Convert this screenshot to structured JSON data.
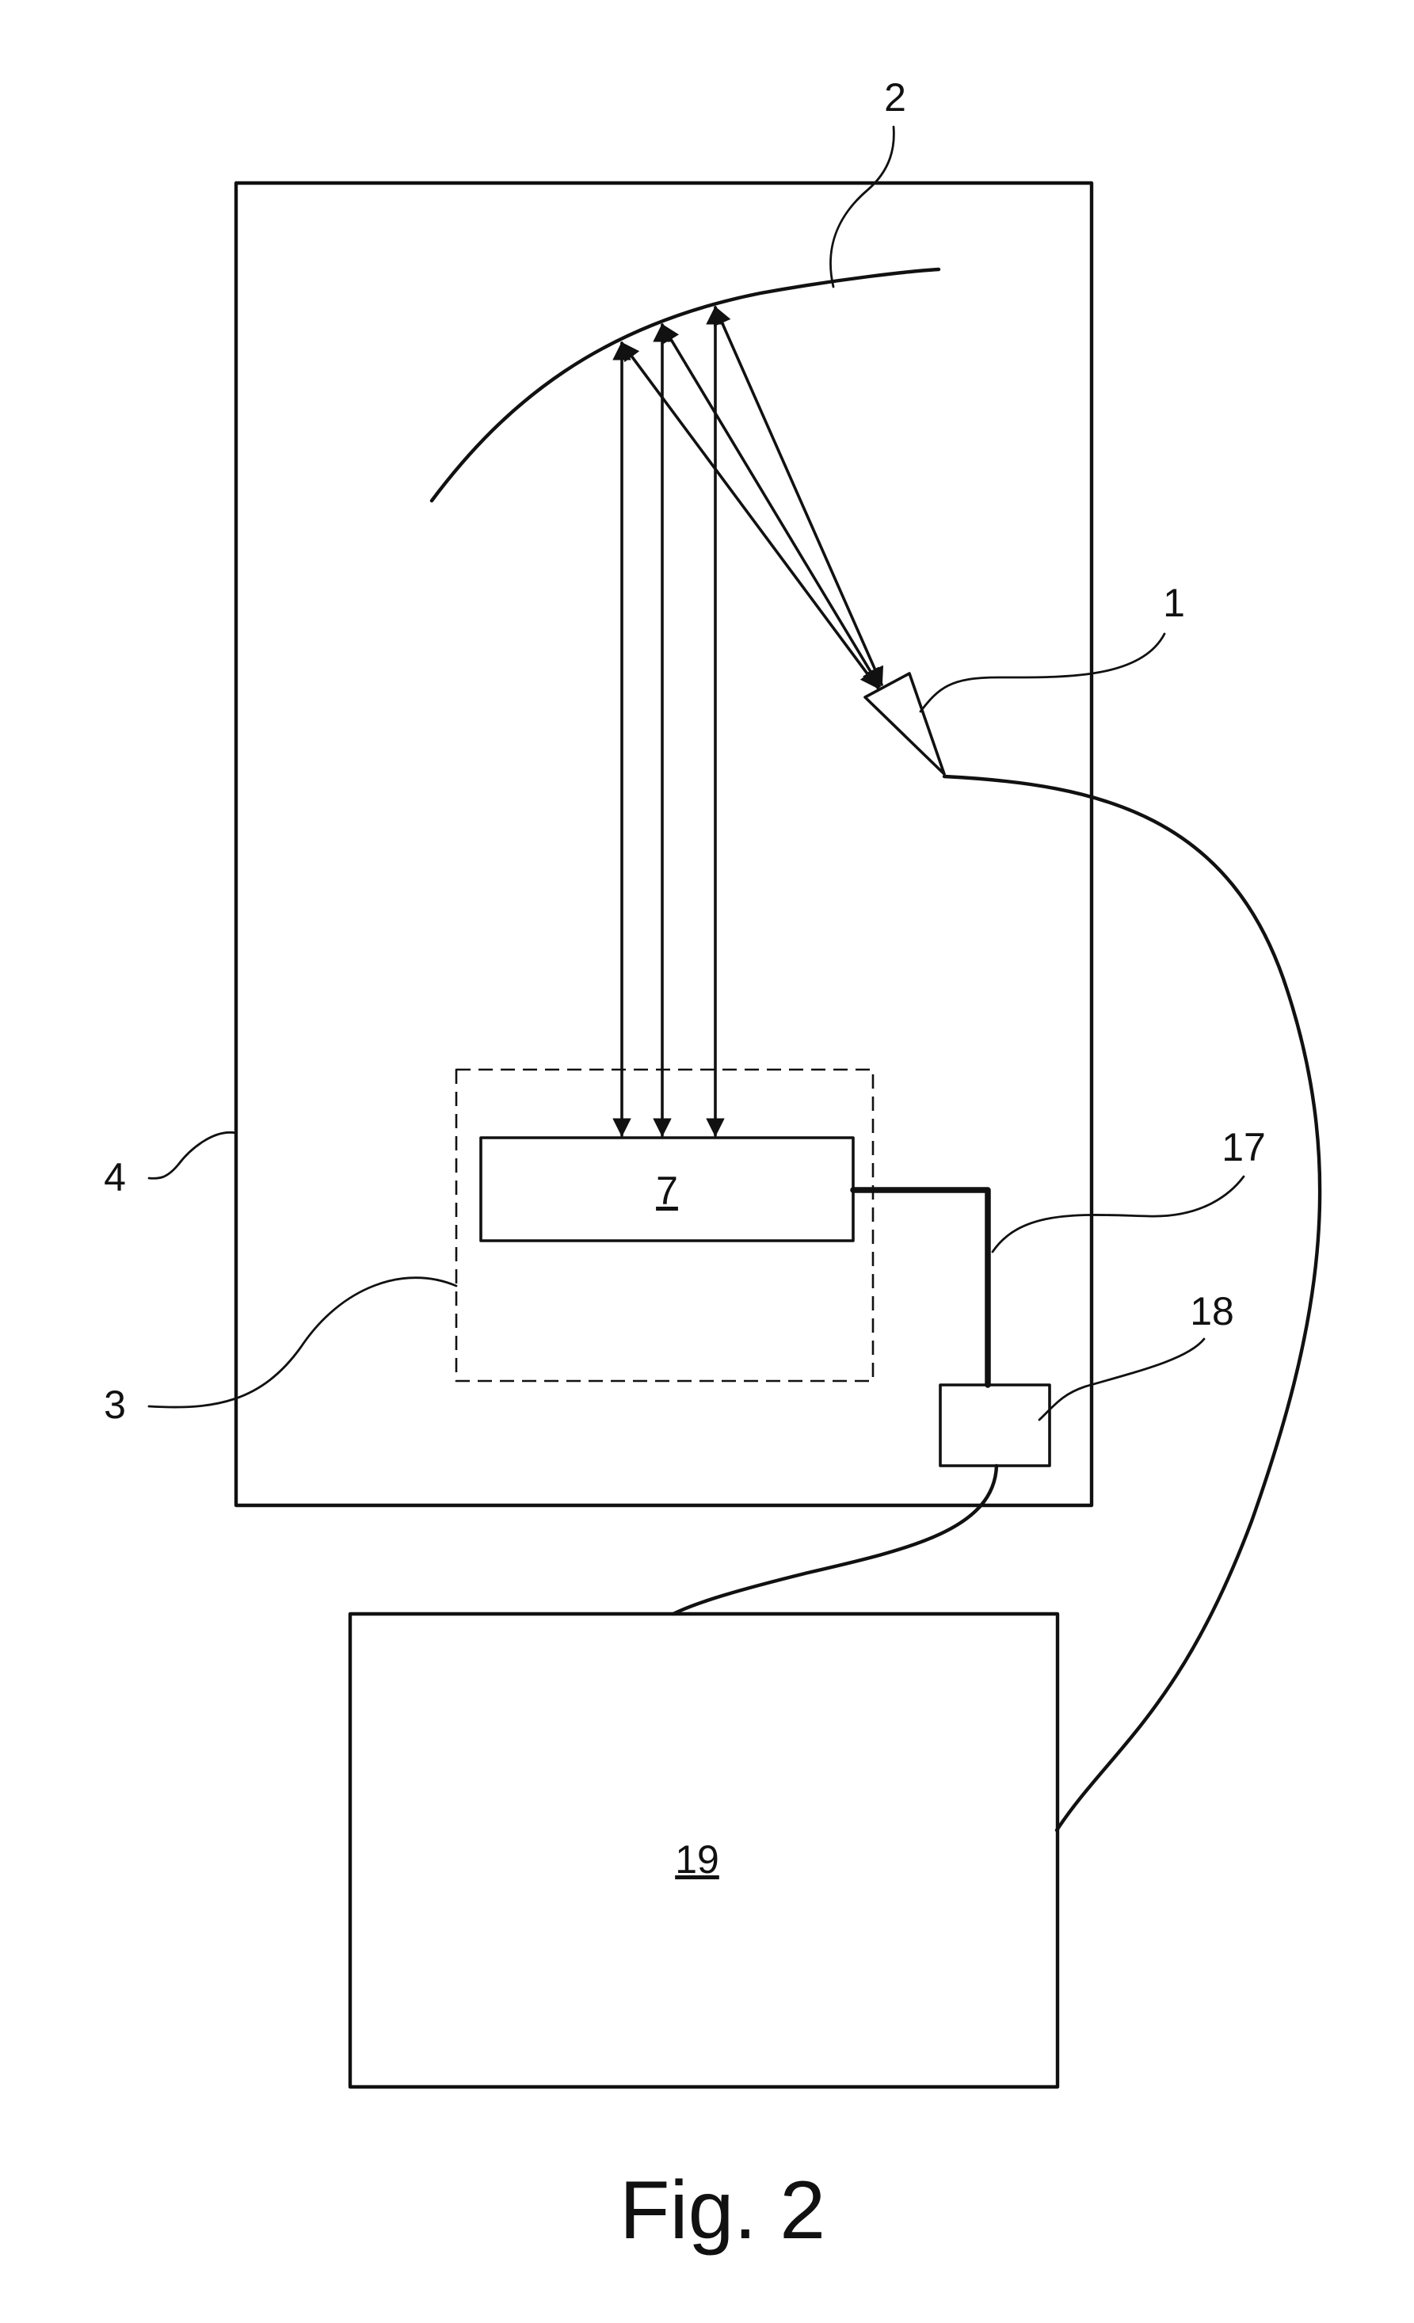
{
  "labels": {
    "ref_1": "1",
    "ref_2": "2",
    "ref_3": "3",
    "ref_4": "4",
    "ref_7": "7",
    "ref_17": "17",
    "ref_18": "18",
    "ref_19": "19"
  },
  "caption": "Fig. 2",
  "colors": {
    "line": "#111111",
    "background": "#ffffff"
  }
}
